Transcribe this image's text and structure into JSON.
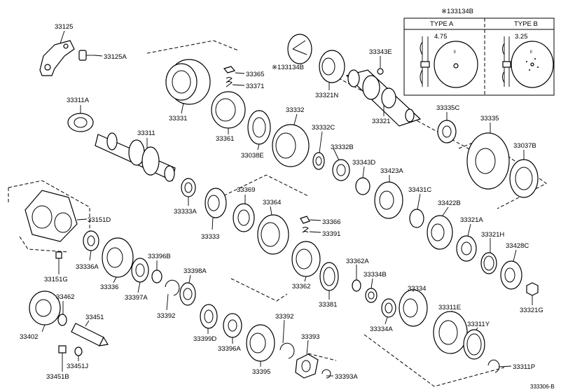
{
  "diagram": {
    "inset_ref": "※133134B",
    "type_a": "TYPE A",
    "type_b": "TYPE B",
    "type_a_dim": "4.75",
    "type_b_dim": "3.25",
    "figure_code": "333306-B"
  },
  "labels": {
    "l_33125": "33125",
    "l_33125A": "33125A",
    "l_133134B": "※133134B",
    "l_33343E": "33343E",
    "l_33365": "33365",
    "l_33371": "33371",
    "l_33331": "33331",
    "l_33321N": "33321N",
    "l_33311A": "33311A",
    "l_33332": "33332",
    "l_33321": "33321",
    "l_33335C": "33335C",
    "l_33311": "33311",
    "l_33361": "33361",
    "l_33038E": "33038E",
    "l_33332C": "33332C",
    "l_33335": "33335",
    "l_33332B": "33332B",
    "l_33037B": "33037B",
    "l_33343D": "33343D",
    "l_33423A": "33423A",
    "l_33369": "33369",
    "l_33431C": "33431C",
    "l_33364": "33364",
    "l_33333A": "33333A",
    "l_33151D": "33151D",
    "l_33422B": "33422B",
    "l_33366": "33366",
    "l_33333": "33333",
    "l_33391": "33391",
    "l_33321A": "33321A",
    "l_33321H": "33321H",
    "l_33428C": "33428C",
    "l_33336A": "33336A",
    "l_33396B": "33396B",
    "l_33362A": "33362A",
    "l_33151G": "33151G",
    "l_33398A": "33398A",
    "l_33334B": "33334B",
    "l_33336": "33336",
    "l_33397A": "33397A",
    "l_33362": "33362",
    "l_33334": "33334",
    "l_33321G": "33321G",
    "l_33462": "33462",
    "l_33392a": "33392",
    "l_33381": "33381",
    "l_33311E": "33311E",
    "l_33451": "33451",
    "l_33402": "33402",
    "l_33392b": "33392",
    "l_33334A": "33334A",
    "l_33311Y": "33311Y",
    "l_33399D": "33399D",
    "l_33393": "33393",
    "l_33396A": "33396A",
    "l_33451J": "33451J",
    "l_33395": "33395",
    "l_33451B": "33451B",
    "l_33393A": "33393A",
    "l_33311P": "33311P"
  }
}
